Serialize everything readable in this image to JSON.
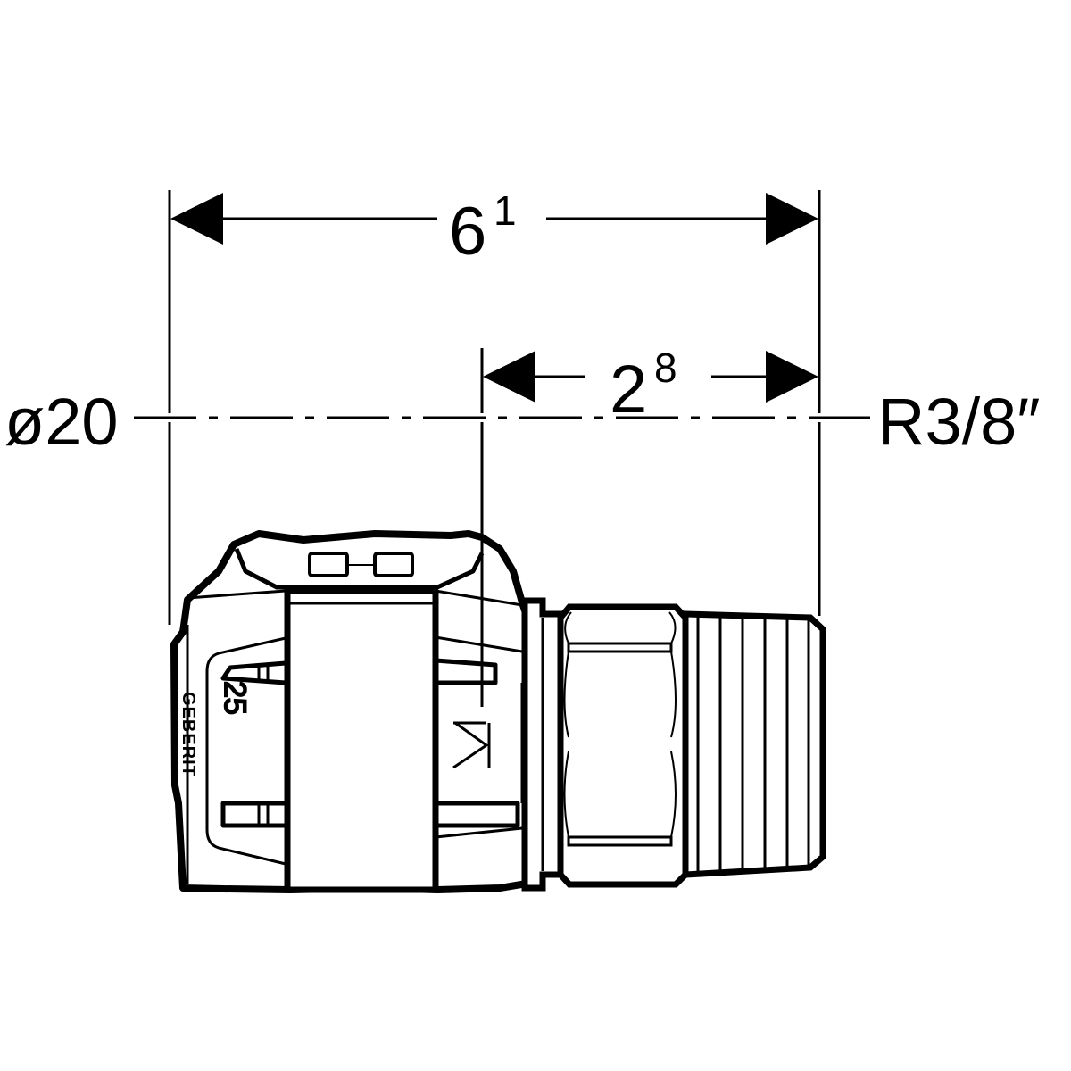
{
  "dimensions": {
    "overall_length": {
      "value": "6",
      "superscript": "1"
    },
    "thread_length": {
      "value": "2",
      "superscript": "8"
    }
  },
  "connections": {
    "left": "ø20",
    "right": "R3/8″"
  },
  "fitting_markings": {
    "size": "25",
    "brand": "GEBERIT"
  },
  "colors": {
    "line": "#000000",
    "background": "#ffffff"
  }
}
